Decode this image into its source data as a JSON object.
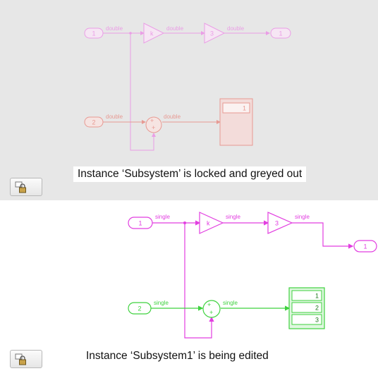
{
  "top_panel": {
    "caption": "Instance ‘Subsystem’ is locked and greyed out",
    "colors": {
      "magenta": "#ea9ee6",
      "red": "#e79a93"
    },
    "inport1": "1",
    "inport2": "2",
    "outport1": "1",
    "gain_k": "k",
    "gain_3": "3",
    "display_value": "1",
    "sig_labels": [
      "double",
      "double",
      "double",
      "double",
      "double"
    ],
    "lock_icon": "lock-icon"
  },
  "bottom_panel": {
    "caption": "Instance ‘Subsystem1’ is being edited",
    "colors": {
      "magenta": "#e23ee0",
      "green": "#3fd23f"
    },
    "inport1": "1",
    "inport2": "2",
    "outport1": "1",
    "gain_k": "k",
    "gain_3": "3",
    "display_values": [
      "1",
      "2",
      "3"
    ],
    "sig_labels": [
      "single",
      "single",
      "single",
      "single",
      "single"
    ],
    "lock_icon": "lock-icon"
  }
}
